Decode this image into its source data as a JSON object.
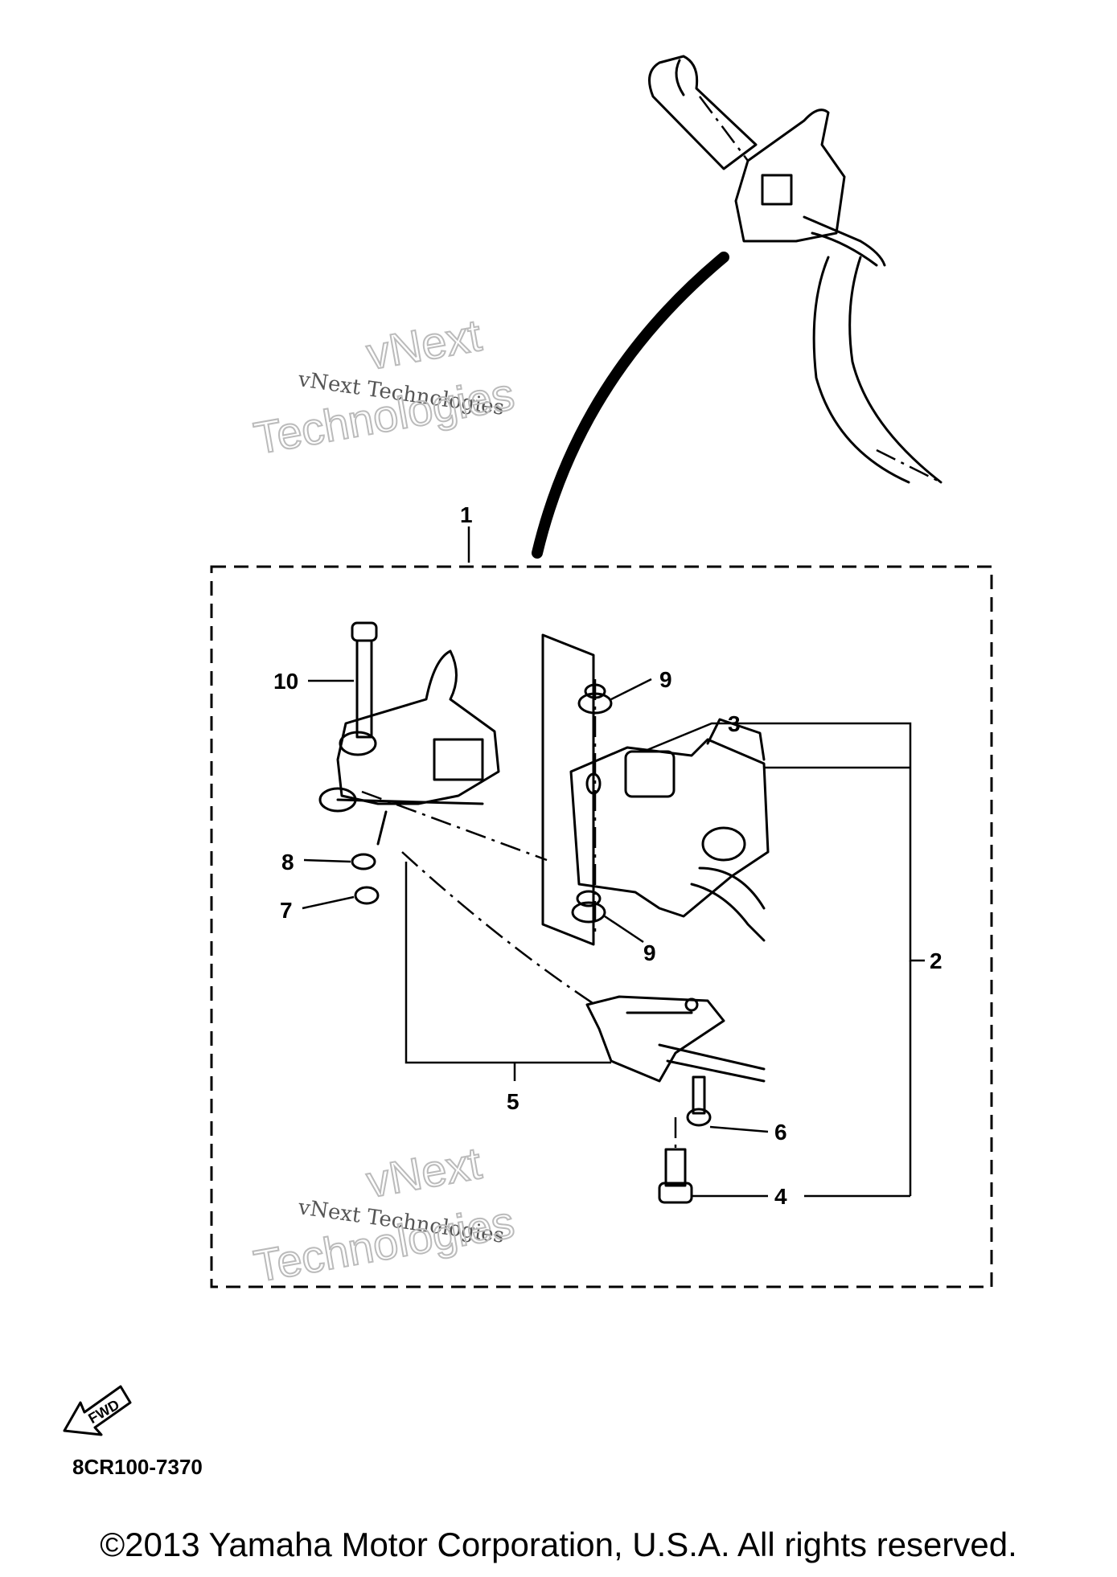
{
  "watermarks": [
    {
      "small": "vNext Technologies",
      "big_line1": "vNext",
      "big_line2": "Technologies"
    },
    {
      "small": "vNext Technologies",
      "big_line1": "vNext",
      "big_line2": "Technologies"
    }
  ],
  "callouts": {
    "c1": "1",
    "c2": "2",
    "c3": "3",
    "c4": "4",
    "c5": "5",
    "c6": "6",
    "c7": "7",
    "c8": "8",
    "c9a": "9",
    "c9b": "9",
    "c10": "10"
  },
  "fwd_label": "FWD",
  "drawing_code": "8CR100-7370",
  "copyright": "©2013 Yamaha Motor Corporation, U.S.A. All rights reserved."
}
